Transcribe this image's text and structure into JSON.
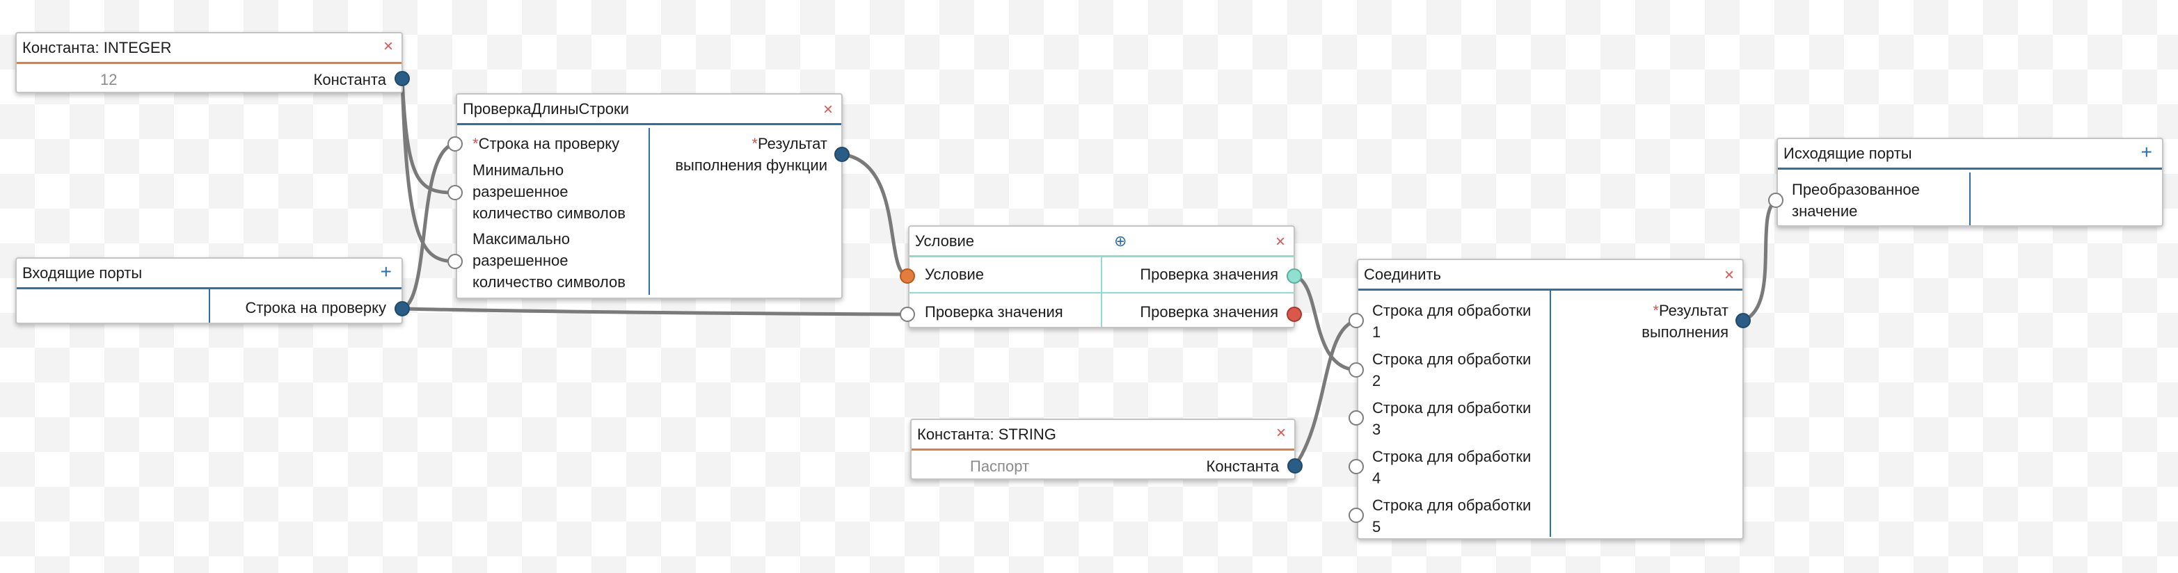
{
  "nodes": {
    "const_int": {
      "title": "Константа: INTEGER",
      "value": "12",
      "port_label": "Константа"
    },
    "incoming": {
      "title": "Входящие порты",
      "port_label": "Строка на проверку"
    },
    "check_length": {
      "title": "ПроверкаДлиныСтроки",
      "in1_label": "Строка на проверку",
      "in2_lines": [
        "Минимально",
        "разрешенное",
        "количество символов"
      ],
      "in3_lines": [
        "Максимально",
        "разрешенное",
        "количество символов"
      ],
      "out_lines": [
        "Результат",
        "выполнения функции"
      ]
    },
    "condition": {
      "title": "Условие",
      "row1_left": "Условие",
      "row1_right": "Проверка значения",
      "row2_left": "Проверка значения",
      "row2_right": "Проверка значения"
    },
    "const_str": {
      "title": "Константа: STRING",
      "value": "Паспорт",
      "port_label": "Константа"
    },
    "join": {
      "title": "Соединить",
      "inputs": [
        [
          "Строка для обработки",
          "1"
        ],
        [
          "Строка для обработки",
          "2"
        ],
        [
          "Строка для обработки",
          "3"
        ],
        [
          "Строка для обработки",
          "4"
        ],
        [
          "Строка для обработки",
          "5"
        ]
      ],
      "out_lines": [
        "Результат",
        "выполнения"
      ]
    },
    "outgoing": {
      "title": "Исходящие порты",
      "port_lines": [
        "Преобразованное",
        "значение"
      ]
    }
  },
  "symbols": {
    "close": "×",
    "plus": "+",
    "required": "*",
    "settings": "⊕"
  },
  "colors": {
    "accent_blue": "#2f6fa3",
    "accent_orange": "#e47d3b",
    "accent_cyan": "#8fdcd0",
    "port_out": "#2a5d85",
    "port_condition": "#e47d3b",
    "port_true": "#8fe0cf",
    "port_false": "#d9584a",
    "close_red": "#d9534f",
    "wire": "#7a7a7a"
  },
  "icons": {
    "close": "close-icon",
    "add_port": "plus-icon",
    "settings": "settings-icon",
    "port": "port-connector"
  }
}
